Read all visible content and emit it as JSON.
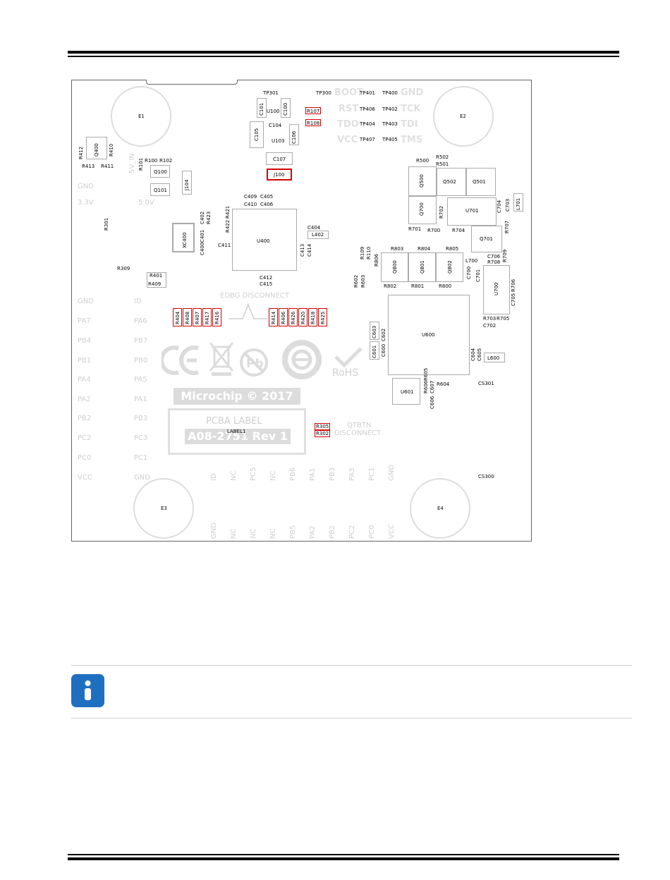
{
  "pcb": {
    "holes": [
      "E1",
      "E2",
      "E3",
      "E4"
    ],
    "top_labels": [
      "TP301",
      "TP300",
      "TP401",
      "TP400",
      "TP406",
      "TP402",
      "TP404",
      "TP403",
      "TP407",
      "TP405"
    ],
    "debug_silk": [
      "BOOT",
      "GND",
      "RST",
      "TCK",
      "TDO",
      "TDI",
      "VCC",
      "TMS"
    ],
    "power_silk": [
      "5V_IN",
      "GND",
      "3.3V",
      "5.0V"
    ],
    "caps_top": [
      "C101",
      "U100",
      "C100",
      "C104",
      "C105",
      "U103",
      "C106",
      "C107"
    ],
    "j100": "J100",
    "r107": "R107",
    "r108": "R108",
    "left_parts": [
      "R412",
      "Q400",
      "R410",
      "R413",
      "R411",
      "R101",
      "R100",
      "R102",
      "Q100",
      "Q101",
      "J104",
      "R301",
      "R309",
      "R401",
      "R409"
    ],
    "mcu_parts": [
      "C409",
      "C405",
      "C410",
      "C406",
      "R422",
      "R421",
      "R423",
      "C402",
      "C401",
      "C400",
      "XC400",
      "U400",
      "C404",
      "L402",
      "C411",
      "C413",
      "C414",
      "C412",
      "C415"
    ],
    "edbg_label": "EDBG DISCONNECT",
    "edbg_left": [
      "R404",
      "R408",
      "R407",
      "R417",
      "R416"
    ],
    "edbg_right": [
      "R414",
      "R406",
      "R426",
      "R420",
      "R418",
      "R425"
    ],
    "pins_left_outer": [
      "GND",
      "PA7",
      "PB4",
      "PB1",
      "PA4",
      "PA2",
      "PB2",
      "PC2",
      "PC0",
      "VCC"
    ],
    "pins_left_inner": [
      "ID",
      "PA6",
      "PB7",
      "PB0",
      "PA5",
      "PA1",
      "PB3",
      "PC3",
      "PC1",
      "GND"
    ],
    "pins_bottom_top": [
      "ID",
      "NC",
      "PC5",
      "NC",
      "PB6",
      "PA1",
      "PB3",
      "PA3",
      "PC1",
      "GND"
    ],
    "pins_bottom_bottom": [
      "GND",
      "NC",
      "NC",
      "NC",
      "PB5",
      "PA2",
      "PB2",
      "PC2",
      "PC0",
      "VCC"
    ],
    "copyright": "Microchip © 2017",
    "pcba_label": "PCBA LABEL",
    "rev": "A08-2751 Rev 1",
    "label1": "LABEL1",
    "qtbtn": [
      "QTBTN",
      "DISCONNECT"
    ],
    "r305": "R305",
    "r302": "R302",
    "rohs": "RoHS",
    "right_parts": [
      "R500",
      "R502",
      "R501",
      "Q500",
      "Q502",
      "Q501",
      "Q700",
      "R702",
      "U701",
      "C704",
      "C703",
      "L701",
      "R701",
      "R700",
      "R704",
      "R707",
      "Q701",
      "R109",
      "R110",
      "R806",
      "R803",
      "R804",
      "R805",
      "C706",
      "R708",
      "R709",
      "Q800",
      "Q801",
      "Q802",
      "L700",
      "C700",
      "C701",
      "R602",
      "R603",
      "R802",
      "R801",
      "R800",
      "U700",
      "C705",
      "R706",
      "R703",
      "R705",
      "C702",
      "U600",
      "C603",
      "C602",
      "C600",
      "C601",
      "C604",
      "C605",
      "L600",
      "U601",
      "R606",
      "R605",
      "C606",
      "C607",
      "R604",
      "CS301",
      "CS300"
    ]
  },
  "colors": {
    "highlight": "#d40000",
    "info": "#1f6fc0",
    "silk": "#cfcfcf"
  },
  "icon": "info-icon"
}
